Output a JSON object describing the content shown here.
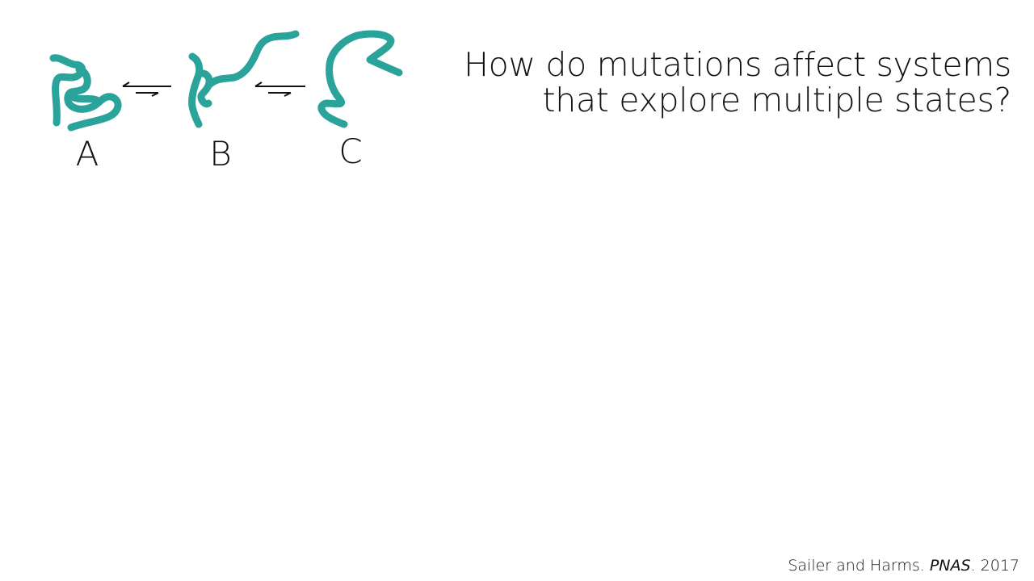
{
  "diagram": {
    "states": [
      {
        "label": "A",
        "shape": "compact-folded"
      },
      {
        "label": "B",
        "shape": "partially-unfolded"
      },
      {
        "label": "C",
        "shape": "unfolded"
      }
    ],
    "equilibria": [
      {
        "from": "A",
        "to": "B",
        "symbol": "equilibrium-arrow"
      },
      {
        "from": "B",
        "to": "C",
        "symbol": "equilibrium-arrow"
      }
    ],
    "chain_color": "#2aa39a"
  },
  "title": {
    "line1": "How do mutations affect systems",
    "line2": "that explore multiple states?"
  },
  "citation": {
    "authors": "Sailer and Harms. ",
    "journal": "PNAS",
    "year": ". 2017"
  }
}
